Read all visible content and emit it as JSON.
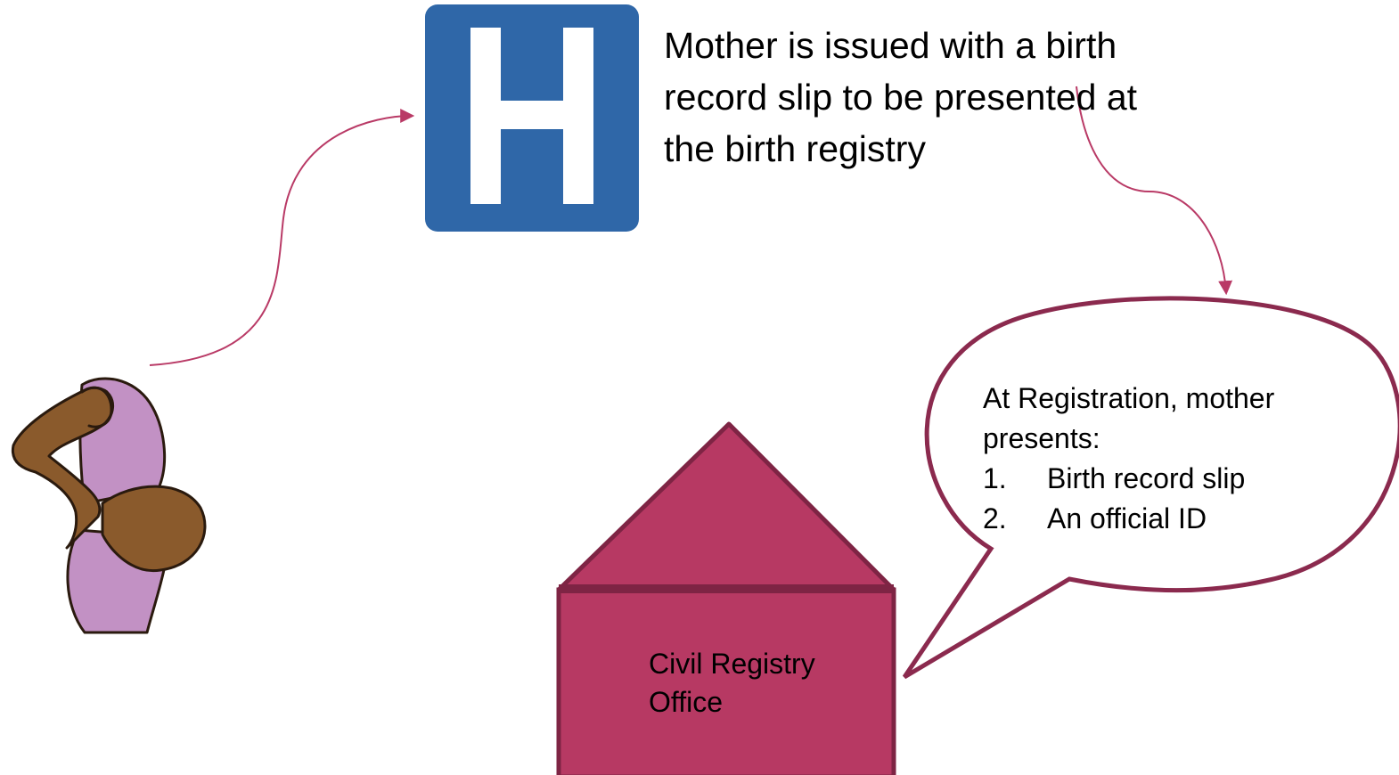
{
  "hospital": {
    "letter": "H",
    "note": "Mother is issued with a birth record slip to be presented at the birth registry"
  },
  "speech_bubble": {
    "intro": "At Registration, mother presents:",
    "items": [
      {
        "number": "1.",
        "text": "Birth record slip"
      },
      {
        "number": "2.",
        "text": "An official ID"
      }
    ]
  },
  "office": {
    "label": "Civil Registry Office"
  },
  "colors": {
    "hospital_blue": "#2f67a8",
    "arrow": "#b93a66",
    "house_fill": "#b73963",
    "house_stroke": "#7e2444",
    "bubble_stroke": "#8b2a4e",
    "dress": "#c291c4",
    "skin": "#8a5a2c"
  }
}
